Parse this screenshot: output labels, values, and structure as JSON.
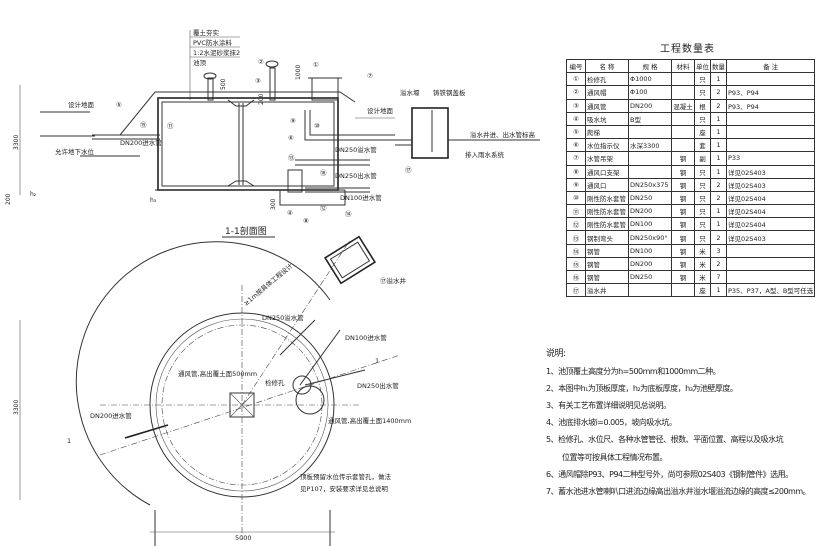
{
  "section": {
    "title": "1-1剖面图",
    "layers": [
      "覆土夯实",
      "PVC防水涂料",
      "1:2水泥砂浆抹2",
      "池顶"
    ],
    "labels": {
      "design_ground_left": "设计地面",
      "design_ground_right": "设计地面",
      "groundwater": "允许地下水位",
      "inlet": "DN200进水管",
      "overflow": "DN250溢水管",
      "outlet": "DN250出水管",
      "inlet_small": "DN100进水管",
      "overflow_weir": "溢水堰",
      "cover": "铸铁钢盖板",
      "to_well": "溢水井进、出水管标高",
      "to_rain": "排入雨水系统"
    },
    "dims": [
      "500",
      "200",
      "1000",
      "200",
      "300",
      "3300",
      "h₂",
      "h₃"
    ],
    "callouts": [
      "①",
      "②",
      "③",
      "④",
      "⑤",
      "⑥",
      "⑦",
      "⑧",
      "⑨",
      "⑩",
      "⑪",
      "⑫",
      "⑬",
      "⑭",
      "⑮",
      "⑯",
      "⑰"
    ]
  },
  "plan": {
    "labels": {
      "to_well": "≥1m按具体工程设计",
      "overflow_well": "⑰溢水井",
      "overflow": "DN250溢水管",
      "inlet_small": "DN100进水管",
      "outlet": "DN250出水管",
      "manhole": "检修孔",
      "vent1": "通风管,高出覆土面500mm",
      "vent2": "通风管,高出覆土面1400mm",
      "inlet": "DN200进水管",
      "level_note_1": "顶板预留水位传示套管孔，做法",
      "level_note_2": "见P107，安装要求详见总说明",
      "section_mark": "1",
      "diameter": "5000"
    }
  },
  "table": {
    "title": "工程数量表",
    "headers": [
      "编号",
      "名 称",
      "规 格",
      "材料",
      "单位",
      "数量",
      "备 注"
    ],
    "rows": [
      [
        "①",
        "检修孔",
        "Φ1000",
        "",
        "只",
        "1",
        ""
      ],
      [
        "②",
        "通风帽",
        "Φ100",
        "",
        "只",
        "2",
        "P93、P94"
      ],
      [
        "③",
        "通风管",
        "DN200",
        "混凝土",
        "根",
        "2",
        "P93、P94"
      ],
      [
        "④",
        "吸水坑",
        "B型",
        "",
        "只",
        "1",
        ""
      ],
      [
        "⑤",
        "爬梯",
        "",
        "",
        "座",
        "1",
        ""
      ],
      [
        "⑥",
        "水位指示仪",
        "水深3300",
        "",
        "套",
        "1",
        ""
      ],
      [
        "⑦",
        "水管吊架",
        "",
        "钢",
        "副",
        "1",
        "P33"
      ],
      [
        "⑧",
        "通风口支架",
        "",
        "钢",
        "只",
        "1",
        "详见02S403"
      ],
      [
        "⑨",
        "通风口",
        "DN250x375",
        "钢",
        "只",
        "2",
        "详见02S403"
      ],
      [
        "⑩",
        "刚性防水套管",
        "DN250",
        "钢",
        "只",
        "2",
        "详见02S404"
      ],
      [
        "⑪",
        "刚性防水套管",
        "DN200",
        "钢",
        "只",
        "1",
        "详见02S404"
      ],
      [
        "⑫",
        "刚性防水套管",
        "DN100",
        "钢",
        "只",
        "1",
        "详见02S404"
      ],
      [
        "⑬",
        "钢制弯头",
        "DN250x90°",
        "钢",
        "只",
        "2",
        "详见02S403"
      ],
      [
        "⑭",
        "钢管",
        "DN100",
        "钢",
        "米",
        "3",
        ""
      ],
      [
        "⑮",
        "钢管",
        "DN200",
        "钢",
        "米",
        "2",
        ""
      ],
      [
        "⑯",
        "钢管",
        "DN250",
        "钢",
        "米",
        "7",
        ""
      ],
      [
        "⑰",
        "溢水井",
        "",
        "",
        "座",
        "1",
        "P35、P37，A型、B型可任选"
      ]
    ]
  },
  "notes": {
    "title": "说明:",
    "items": [
      "1、池顶覆土高度分为h=500mm和1000mm二种。",
      "2、本图中h₁为顶板厚度，h₂为底板厚度，h₃为池壁厚度。",
      "3、有关工艺布置详细说明见总说明。",
      "4、池底排水坡i=0.005，坡向吸水坑。",
      "5、检修孔、水位尺、各种水管管径、根数、平面位置、高程以及吸水坑",
      "位置等可按具体工程情况布置。",
      "6、通风帽除P93、P94二种型号外，尚可参照02S403《钢制管件》选用。",
      "7、蓄水池进水管喇叭口进流边缘高出溢水井溢水堰溢流边缘的高度≤200mm。"
    ]
  }
}
